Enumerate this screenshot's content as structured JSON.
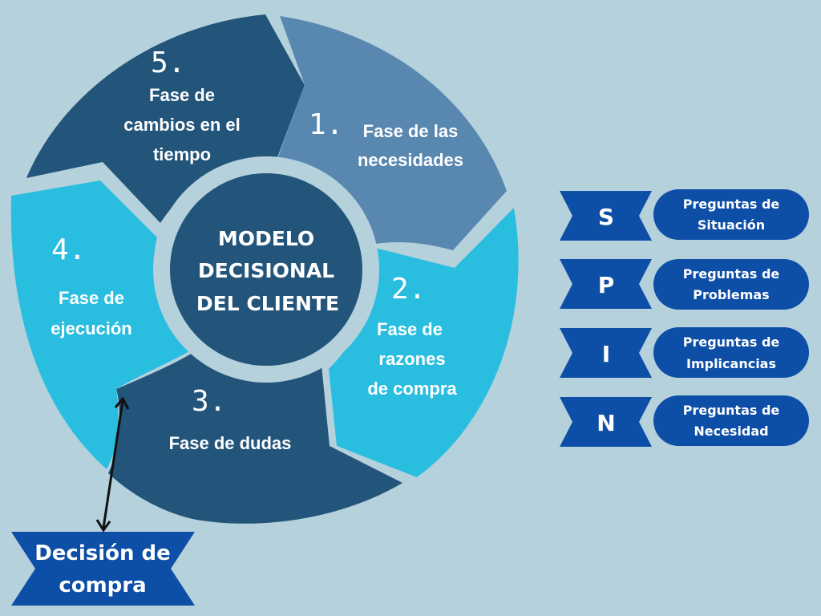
{
  "colors": {
    "background": "#b5d1dc",
    "phase1": "#5887b0",
    "phase2": "#29bee0",
    "phase3": "#23557b",
    "phase4": "#29bee0",
    "phase5": "#23557b",
    "hub": "#23557b",
    "ring": "#b5d1dc",
    "spin_blue": "#0d4ea6",
    "arrow": "#111111"
  },
  "center": {
    "line1": "MODELO",
    "line2": "DECISIONAL",
    "line3": "DEL CLIENTE"
  },
  "phases": [
    {
      "number": "1.",
      "line1": "Fase de las",
      "line2": "necesidades"
    },
    {
      "number": "2.",
      "line1": "Fase de",
      "line2": "razones",
      "line3": "de compra"
    },
    {
      "number": "3.",
      "line1": "Fase de dudas"
    },
    {
      "number": "4.",
      "line1": "Fase de",
      "line2": "ejecución"
    },
    {
      "number": "5.",
      "line1": "Fase de",
      "line2": "cambios en el",
      "line3": "tiempo"
    }
  ],
  "spin": [
    {
      "letter": "S",
      "line1": "Preguntas de",
      "line2": "Situación"
    },
    {
      "letter": "P",
      "line1": "Preguntas de",
      "line2": "Problemas"
    },
    {
      "letter": "I",
      "line1": "Preguntas de",
      "line2": "Implicancias"
    },
    {
      "letter": "N",
      "line1": "Preguntas de",
      "line2": "Necesidad"
    }
  ],
  "decision": {
    "line1": "Decisión de",
    "line2": "compra"
  }
}
